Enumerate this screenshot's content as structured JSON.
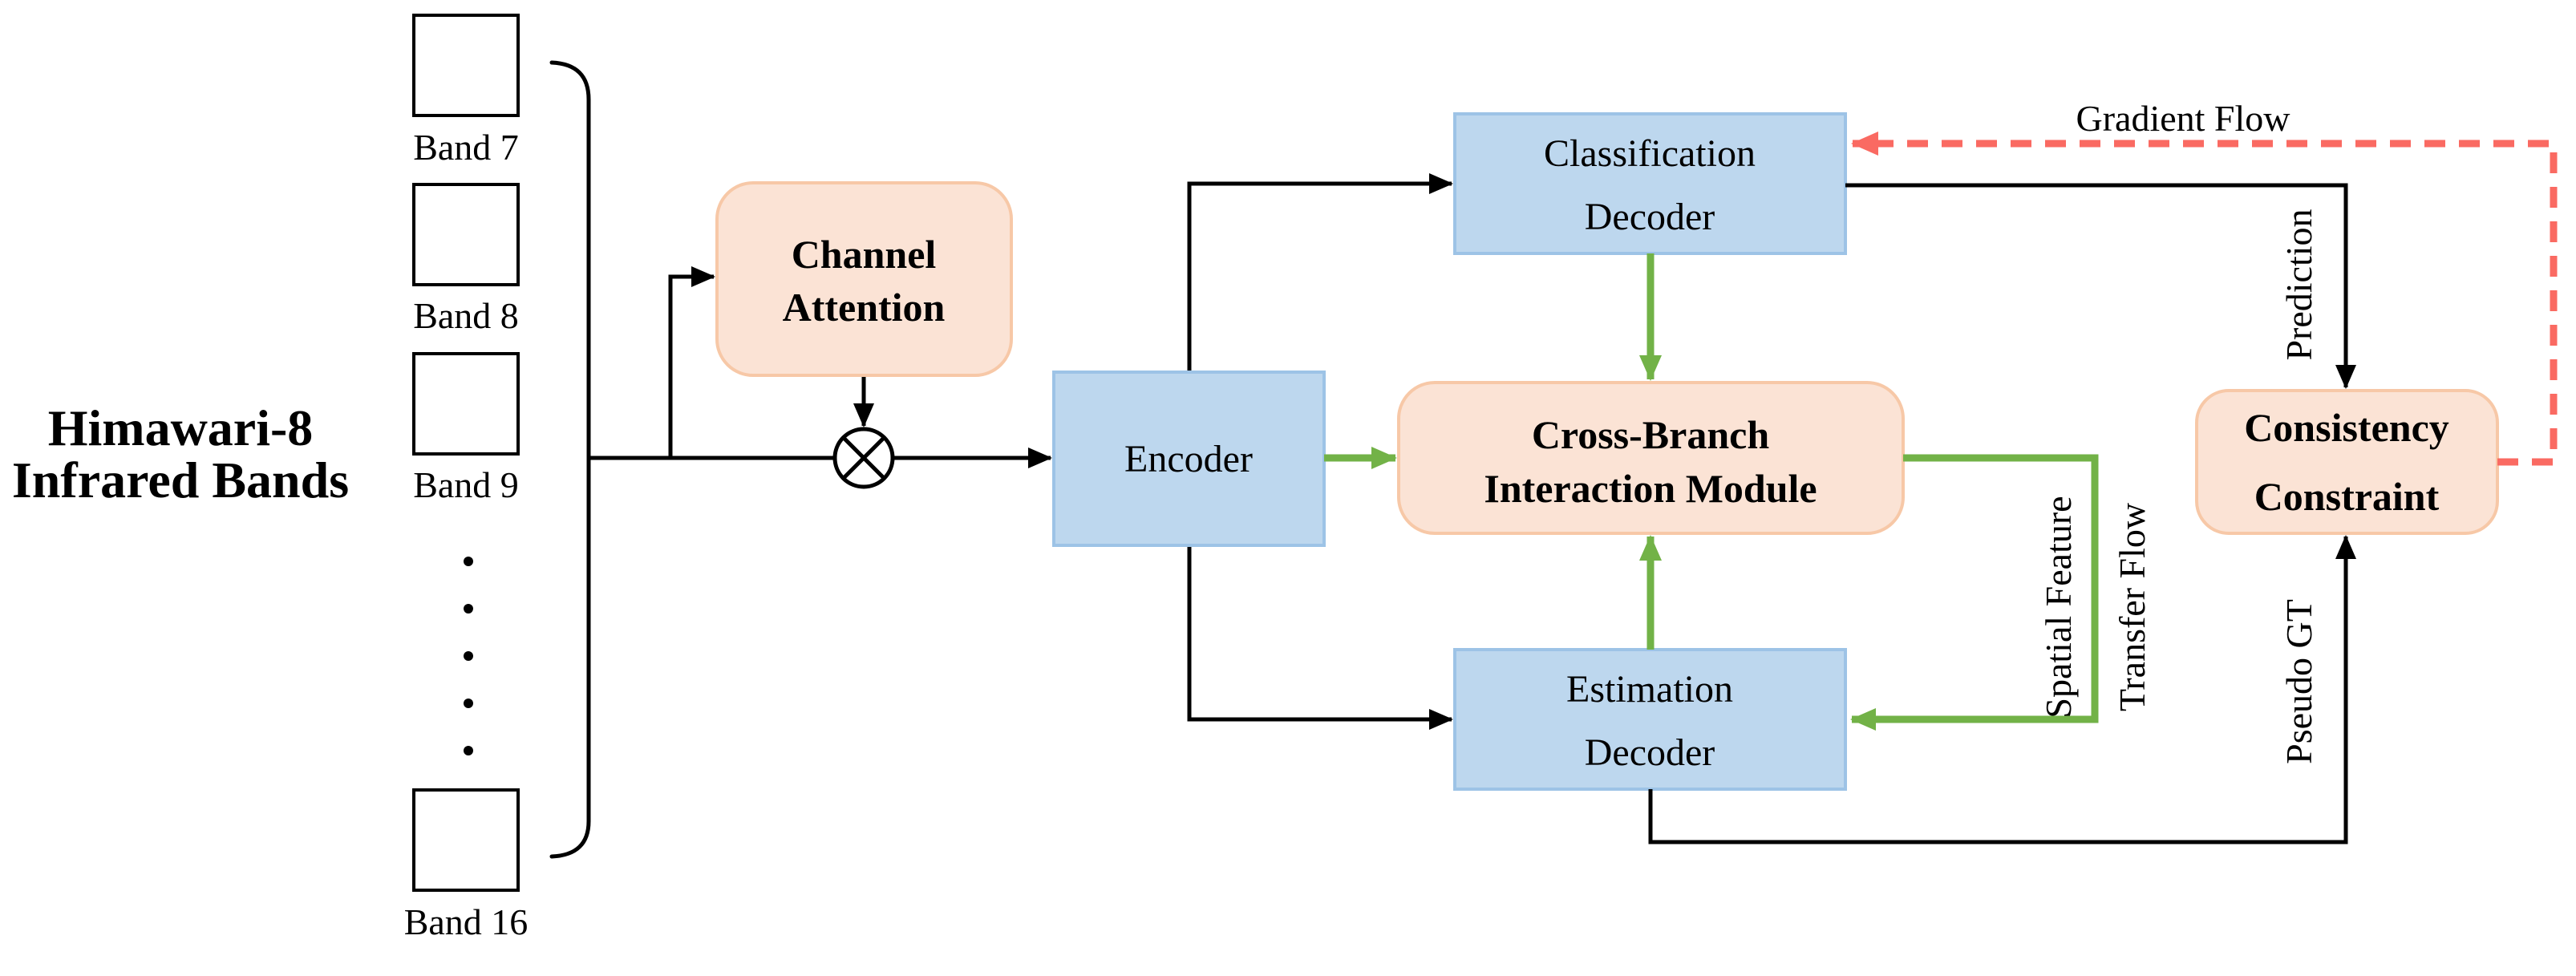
{
  "colors": {
    "black": "#000000",
    "peach_fill": "#FBE3D5",
    "peach_border": "#F7C8A7",
    "blue_fill": "#BDD7EE",
    "blue_border": "#9DC3E6",
    "green": "#72B247",
    "red": "#FA6A62"
  },
  "source": {
    "title_line1": "Himawari-8",
    "title_line2": "Infrared Bands",
    "bands": [
      "Band 7",
      "Band 8",
      "Band 9",
      "Band 16"
    ]
  },
  "nodes": {
    "channel_attention": {
      "line1": "Channel",
      "line2": "Attention"
    },
    "encoder": {
      "label": "Encoder"
    },
    "classification_decoder": {
      "line1": "Classification",
      "line2": "Decoder"
    },
    "cross_branch": {
      "line1": "Cross-Branch",
      "line2": "Interaction Module"
    },
    "estimation_decoder": {
      "line1": "Estimation",
      "line2": "Decoder"
    },
    "consistency_constraint": {
      "line1": "Consistency",
      "line2": "Constraint"
    }
  },
  "edges": {
    "gradient_flow": "Gradient Flow",
    "prediction": "Prediction",
    "pseudo_gt": "Pseudo GT",
    "spatial_feature": "Spatial Feature",
    "transfer_flow": "Transfer Flow"
  },
  "symbols": {
    "multiply_operator": "⊗"
  }
}
